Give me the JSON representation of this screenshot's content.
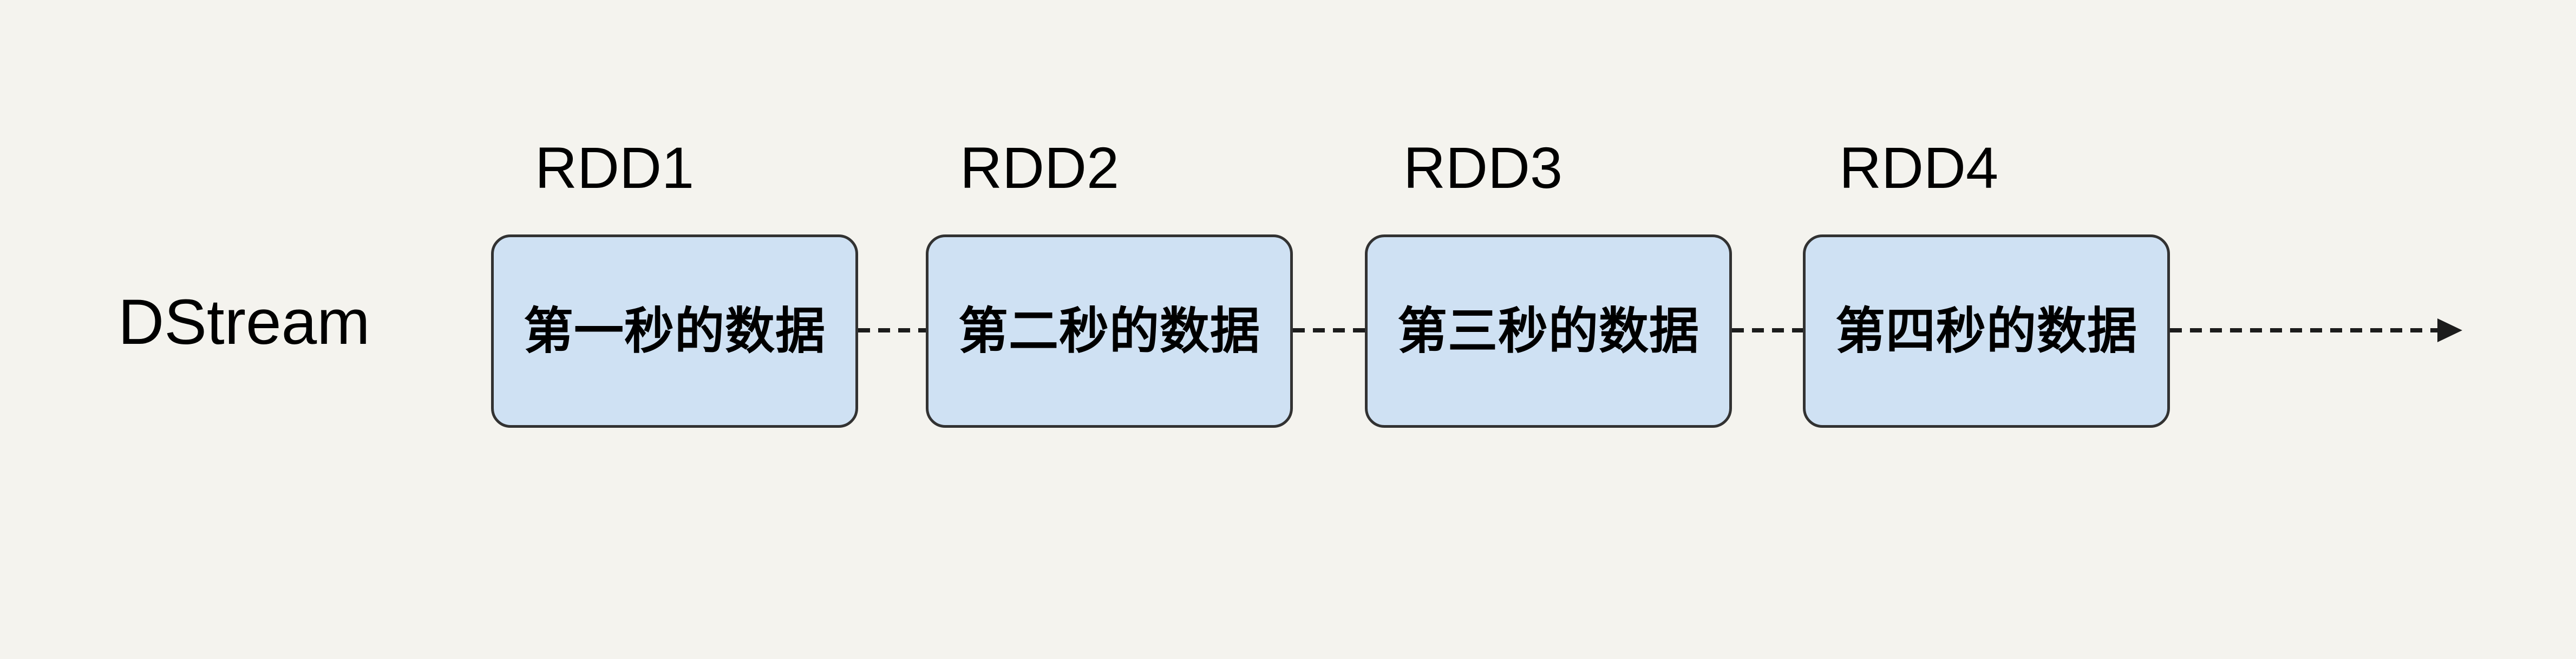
{
  "colors": {
    "background": "#f4f3ee",
    "box_fill": "#cfe1f3",
    "box_border": "#323232",
    "line": "#1c1c1c",
    "text": "#000000"
  },
  "stream_label": "DStream",
  "units": [
    {
      "rdd_label": "RDD1",
      "content": "第一秒的数据"
    },
    {
      "rdd_label": "RDD2",
      "content": "第二秒的数据"
    },
    {
      "rdd_label": "RDD3",
      "content": "第三秒的数据"
    },
    {
      "rdd_label": "RDD4",
      "content": "第四秒的数据"
    }
  ]
}
